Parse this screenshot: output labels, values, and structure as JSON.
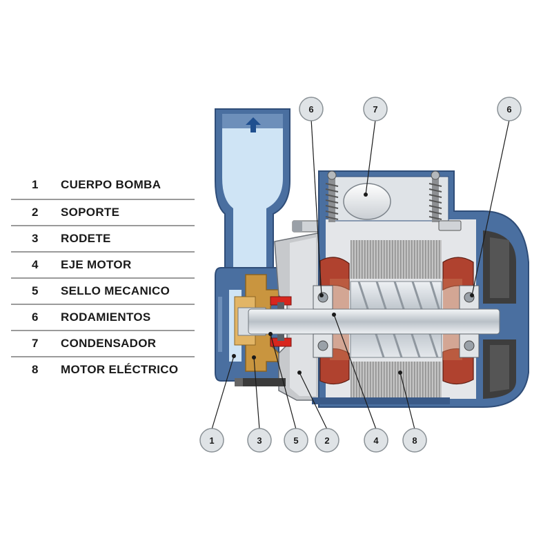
{
  "legend": [
    {
      "num": "1",
      "label": "CUERPO BOMBA"
    },
    {
      "num": "2",
      "label": "SOPORTE"
    },
    {
      "num": "3",
      "label": "RODETE"
    },
    {
      "num": "4",
      "label": "EJE MOTOR"
    },
    {
      "num": "5",
      "label": "SELLO MECANICO"
    },
    {
      "num": "6",
      "label": "RODAMIENTOS"
    },
    {
      "num": "7",
      "label": "CONDENSADOR"
    },
    {
      "num": "8",
      "label": "MOTOR ELÉCTRICO"
    }
  ],
  "callouts": {
    "top_left": "6",
    "top_middle": "7",
    "top_right": "6",
    "b1": "1",
    "b3": "3",
    "b5": "5",
    "b2": "2",
    "b4": "4",
    "b8": "8"
  },
  "colors": {
    "casing_blue": "#4a6fa0",
    "water_light_blue": "#cfe4f5",
    "bronze": "#c9953f",
    "copper_winding": "#b0422f",
    "stator_gray": "#b9b9b9",
    "shaft_silver": "#d8dde2",
    "motor_cover_dark": "#3d3d3d",
    "seal_red": "#d7261e",
    "callout_fill": "#dfe3e6",
    "flow_arrow": "#1f4f8f"
  }
}
